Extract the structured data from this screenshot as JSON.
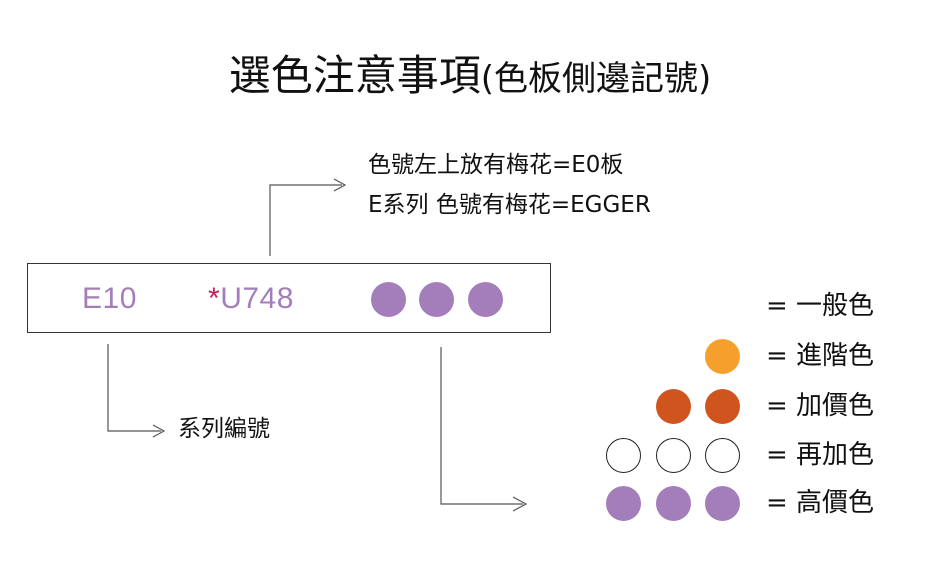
{
  "title": {
    "main": "選色注意事項",
    "paren": "(色板側邊記號)"
  },
  "note": {
    "line1": "色號左上放有梅花=E0板",
    "line2": "E系列 色號有梅花=EGGER"
  },
  "board": {
    "series_code": "E10",
    "star": "*",
    "color_code": "U748",
    "dot_color": "#a47dbb"
  },
  "series_label": "系列編號",
  "legend": [
    {
      "text": "= 一般色",
      "dots": 0,
      "fill": "none",
      "stroke": "none"
    },
    {
      "text": "= 進階色",
      "dots": 1,
      "fill": "#f5a02c",
      "stroke": "#f5a02c"
    },
    {
      "text": "= 加價色",
      "dots": 2,
      "fill": "#d0541d",
      "stroke": "#d0541d"
    },
    {
      "text": "= 再加色",
      "dots": 3,
      "fill": "#ffffff",
      "stroke": "#222222"
    },
    {
      "text": "= 高價色",
      "dots": 3,
      "fill": "#a47dbb",
      "stroke": "#a47dbb"
    }
  ],
  "colors": {
    "purple": "#a47dbb",
    "star_red": "#c7205a",
    "orange": "#f5a02c",
    "burnt_orange": "#d0541d"
  }
}
